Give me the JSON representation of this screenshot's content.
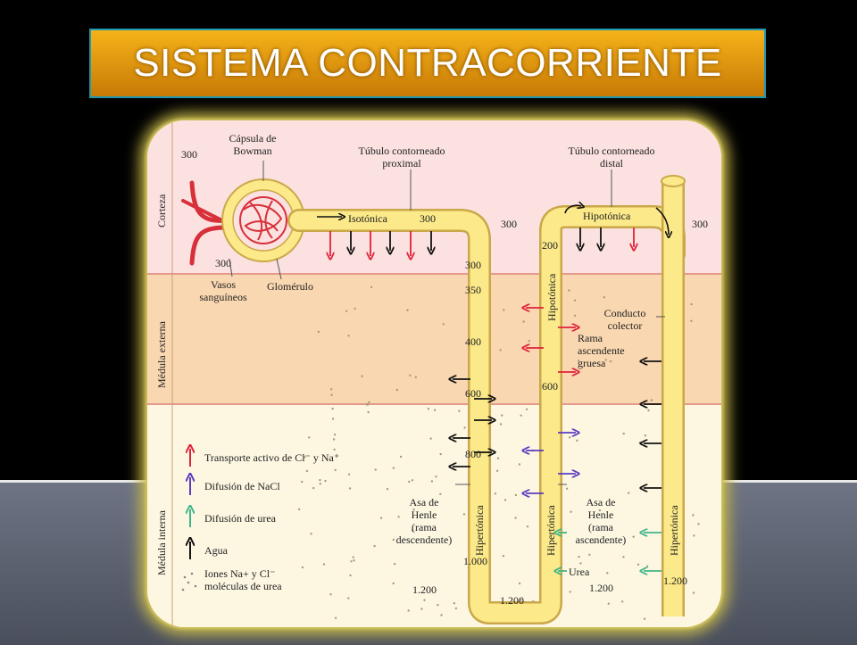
{
  "title": "SISTEMA CONTRACORRIENTE",
  "zones": {
    "cortex": "Corteza",
    "outer_medulla": "Médula externa",
    "inner_medulla": "Médula interna"
  },
  "structures": {
    "bowman_line1": "Cápsula de",
    "bowman_line2": "Bowman",
    "proximal_line1": "Túbulo contorneado",
    "proximal_line2": "proximal",
    "distal_line1": "Túbulo contorneado",
    "distal_line2": "distal",
    "vessels_line1": "Vasos",
    "vessels_line2": "sanguíneos",
    "glomerulus": "Glomérulo",
    "collecting_line1": "Conducto",
    "collecting_line2": "colector",
    "thick_line1": "Rama",
    "thick_line2": "ascendente",
    "thick_line3": "gruesa",
    "desc_line1": "Asa de",
    "desc_line2": "Henle",
    "desc_line3": "(rama",
    "desc_line4": "descendente)",
    "asc_line1": "Asa de",
    "asc_line2": "Henle",
    "asc_line3": "(rama",
    "asc_line4": "ascendente)",
    "urea": "Urea"
  },
  "tubule_labels": {
    "isotonic": "Isotónica",
    "hypotonic": "Hipotónica",
    "hypotonic_vertical": "Hipotónica",
    "hypertonic_desc": "Hipertónica",
    "hypertonic_asc": "Hipertónica",
    "hypertonic_collector": "Hipertónica"
  },
  "osmolarity": {
    "v300_left_top": "300",
    "v300_left_bottom": "300",
    "v300_proximal": "300",
    "v300_cortex_mid": "300",
    "v300_right": "300",
    "v300_desc": "300",
    "v350": "350",
    "v400": "400",
    "v600_desc": "600",
    "v800": "800",
    "v1000": "1.000",
    "v1200_left": "1.200",
    "v1200_bottom": "1.200",
    "v1200_mid": "1.200",
    "v1200_right": "1.200",
    "v200": "200",
    "v600_asc": "600"
  },
  "legend": {
    "active_transport": "Transporte activo de Cl⁻ y Na⁺",
    "nacl_diffusion": "Difusión de NaCl",
    "urea_diffusion": "Difusión de urea",
    "water": "Agua",
    "ions_line1": "Iones Na+ y Cl⁻",
    "ions_line2": "moléculas de urea"
  },
  "colors": {
    "active_transport": "#e0213a",
    "nacl_diffusion": "#5a3cc0",
    "urea_diffusion": "#3fb58a",
    "water": "#111111",
    "tubule": "#fbe98a",
    "cortex_bg": "#fbe1df",
    "outer_medulla_bg": "#f9d7b0",
    "inner_medulla_bg": "#fdf7e2"
  }
}
